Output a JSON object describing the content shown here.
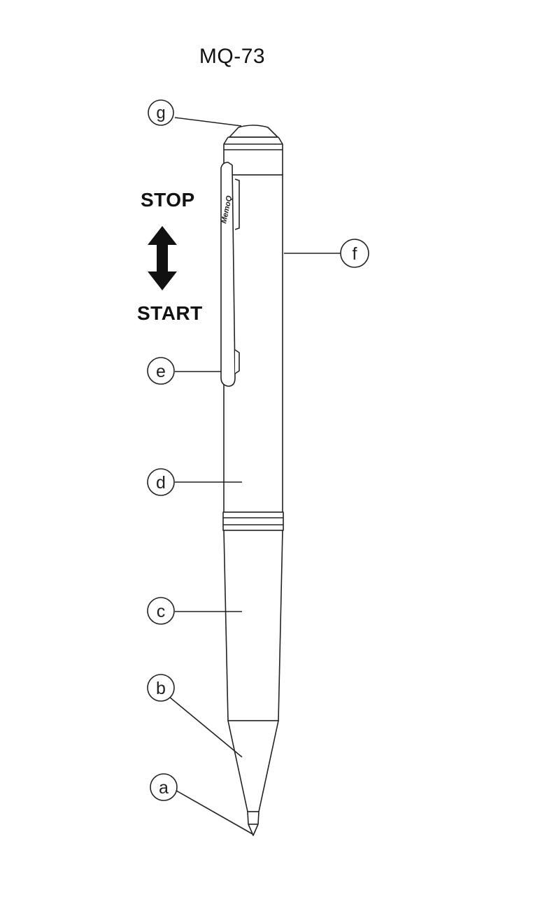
{
  "title": "MQ-73",
  "modes": {
    "stop": "STOP",
    "start": "START"
  },
  "brand": "MemoQ",
  "callouts": [
    {
      "id": "a",
      "label": "a"
    },
    {
      "id": "b",
      "label": "b"
    },
    {
      "id": "c",
      "label": "c"
    },
    {
      "id": "d",
      "label": "d"
    },
    {
      "id": "e",
      "label": "e"
    },
    {
      "id": "f",
      "label": "f"
    },
    {
      "id": "g",
      "label": "g"
    }
  ],
  "colors": {
    "line": "#222222",
    "background": "#ffffff"
  },
  "icons": {
    "mode_arrow": "double-arrow-vertical-icon"
  }
}
